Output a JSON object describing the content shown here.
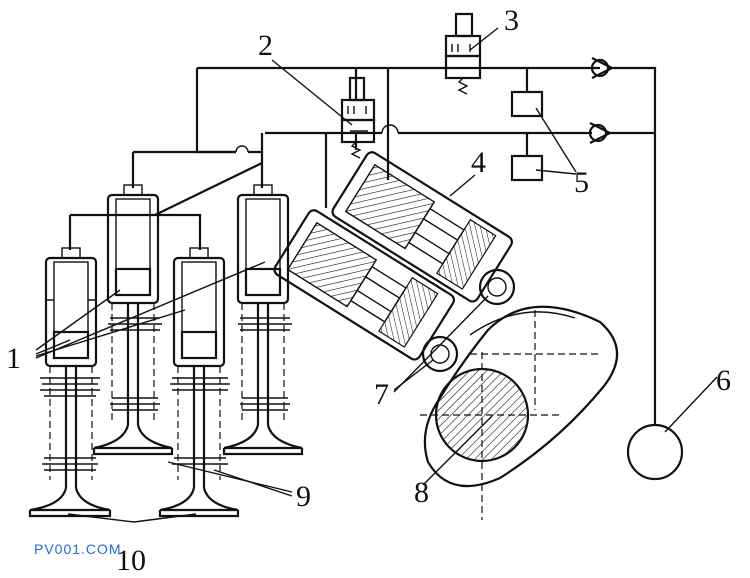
{
  "labels": {
    "l1": "1",
    "l2": "2",
    "l3": "3",
    "l4": "4",
    "l5": "5",
    "l6": "6",
    "l7": "7",
    "l8": "8",
    "l9": "9",
    "l10": "10"
  },
  "watermark": "PV001.COM",
  "colors": {
    "line": "#111111",
    "watermark": "#1a6fd6",
    "background": "#ffffff"
  }
}
